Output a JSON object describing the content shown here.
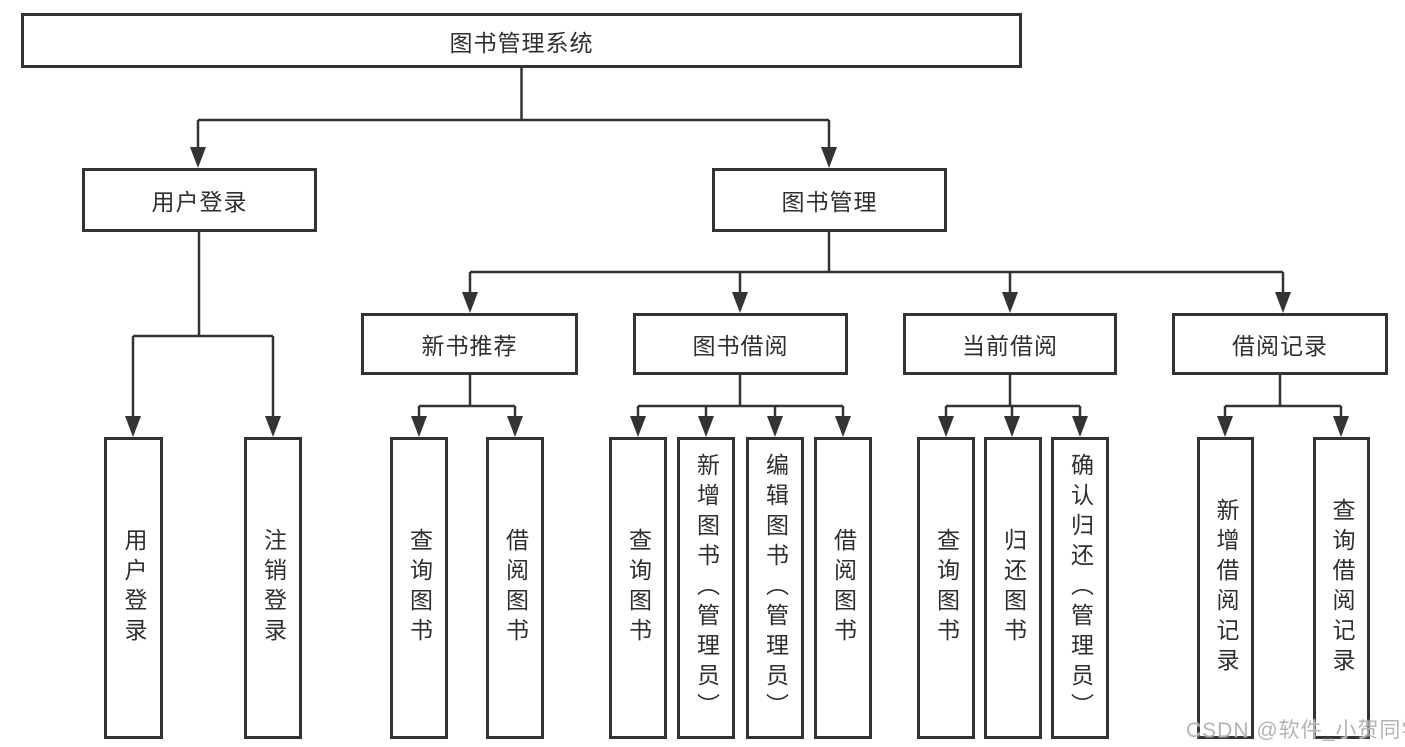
{
  "diagram_title": "图书管理系统",
  "nodes": {
    "root": "图书管理系统",
    "user_login": "用户登录",
    "book_management": "图书管理",
    "new_book_recommend": "新书推荐",
    "book_borrowing": "图书借阅",
    "current_borrowing": "当前借阅",
    "borrowing_records": "借阅记录"
  },
  "leaves": {
    "ul_user_login": "用户登录",
    "ul_logout": "注销登录",
    "nbr_query_books": "查询图书",
    "nbr_borrow_books": "借阅图书",
    "bb_query_books": "查询图书",
    "bb_add_books_admin": "新增图书（管理员）",
    "bb_edit_books_admin": "编辑图书（管理员）",
    "bb_borrow_books": "借阅图书",
    "cb_query_books": "查询图书",
    "cb_return_books": "归还图书",
    "cb_confirm_return_admin": "确认归还（管理员）",
    "br_add_record": "新增借阅记录",
    "br_query_record": "查询借阅记录"
  },
  "watermark": "CSDN @软件_小贺同学",
  "colors": {
    "line": "#333333",
    "text": "#2f2f2f",
    "watermark": "#b3b3b3",
    "background": "#ffffff"
  }
}
